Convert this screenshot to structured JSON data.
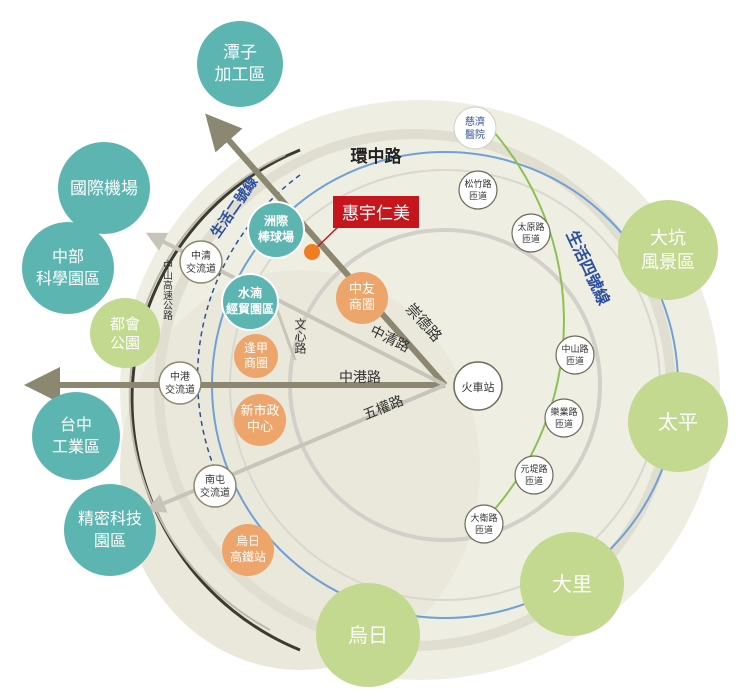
{
  "title": "環中路",
  "target": "惠宇仁美",
  "lines": {
    "life2": "生活二號線",
    "life4": "生活四號線",
    "freeway": "中山高速公路"
  },
  "roads": {
    "chongde": "崇德路",
    "zhongqing": "中清路",
    "wenxin": "文心路",
    "zhonggang": "中港路",
    "wuquan": "五權路"
  },
  "center": "火車站",
  "zones": {
    "tanzi": [
      "潭子",
      "加工區"
    ],
    "airport": [
      "國際機場"
    ],
    "cpsp": [
      "中部",
      "科學園區"
    ],
    "tcip": [
      "台中",
      "工業區"
    ],
    "precision": [
      "精密科技",
      "園區"
    ],
    "wuri": [
      "烏日"
    ],
    "dali": [
      "大里"
    ],
    "taiping": [
      "太平"
    ],
    "dakeng": [
      "大坑",
      "風景區"
    ],
    "duhui": [
      "都會",
      "公園"
    ]
  },
  "hubs": {
    "ballpark": [
      "洲際",
      "棒球場"
    ],
    "shuinan": [
      "水湳",
      "經貿園區"
    ],
    "fengjia": [
      "逢甲",
      "商圈"
    ],
    "civic": [
      "新市政",
      "中心"
    ],
    "hsr": [
      "烏日",
      "高鐵站"
    ],
    "zhongyou": [
      "中友",
      "商圈"
    ]
  },
  "interchanges": {
    "zhongqing": [
      "中清",
      "交流道"
    ],
    "zhonggang": [
      "中港",
      "交流道"
    ],
    "nantun": [
      "南屯",
      "交流道"
    ]
  },
  "ramps": {
    "tzuchi": [
      "慈濟",
      "醫院"
    ],
    "songzhu": [
      "松竹路",
      "匝道"
    ],
    "taiyuan": [
      "太原路",
      "匝道"
    ],
    "zhongshan": [
      "中山路",
      "匝道"
    ],
    "leye": [
      "樂業路",
      "匝道"
    ],
    "yuandi": [
      "元堤路",
      "匝道"
    ],
    "dawei": [
      "大衛路",
      "匝道"
    ]
  },
  "colors": {
    "teal": "#5cb5b1",
    "lime": "#c2d98f",
    "orange": "#eda56c",
    "red": "#c4161c",
    "blue": "#2b4fa0",
    "road": "#8c8770",
    "ring": "#6fa0d6",
    "green_line": "#8cc152"
  }
}
